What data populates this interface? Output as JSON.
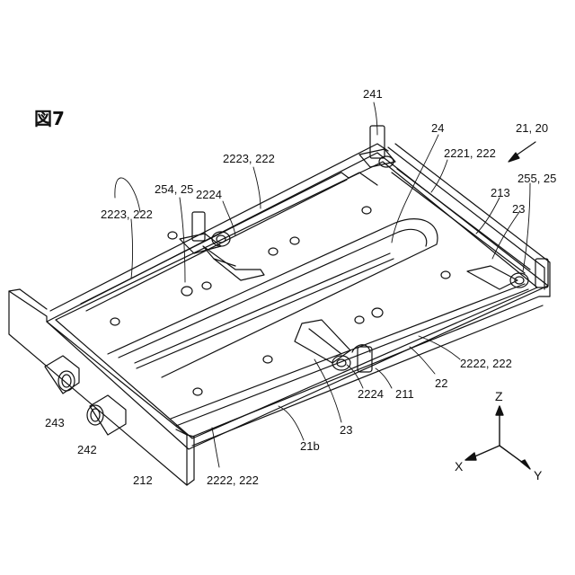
{
  "figure": {
    "title": "図7"
  },
  "labels": {
    "l_241": "241",
    "l_24": "24",
    "l_21_20": "21, 20",
    "l_2221_222": "2221, 222",
    "l_2223_222_top": "2223, 222",
    "l_254_25": "254, 25",
    "l_2224_top": "2224",
    "l_2223_222_left": "2223, 222",
    "l_213": "213",
    "l_255_25": "255, 25",
    "l_23_right": "23",
    "l_2222_222_right": "2222, 222",
    "l_22": "22",
    "l_211": "211",
    "l_2224_bottom": "2224",
    "l_23_bottom": "23",
    "l_21b": "21b",
    "l_243": "243",
    "l_242": "242",
    "l_212": "212",
    "l_2222_222_bottom": "2222, 222"
  },
  "axes": {
    "z": "Z",
    "x": "X",
    "y": "Y"
  },
  "colors": {
    "line": "#111111",
    "background": "#ffffff"
  }
}
